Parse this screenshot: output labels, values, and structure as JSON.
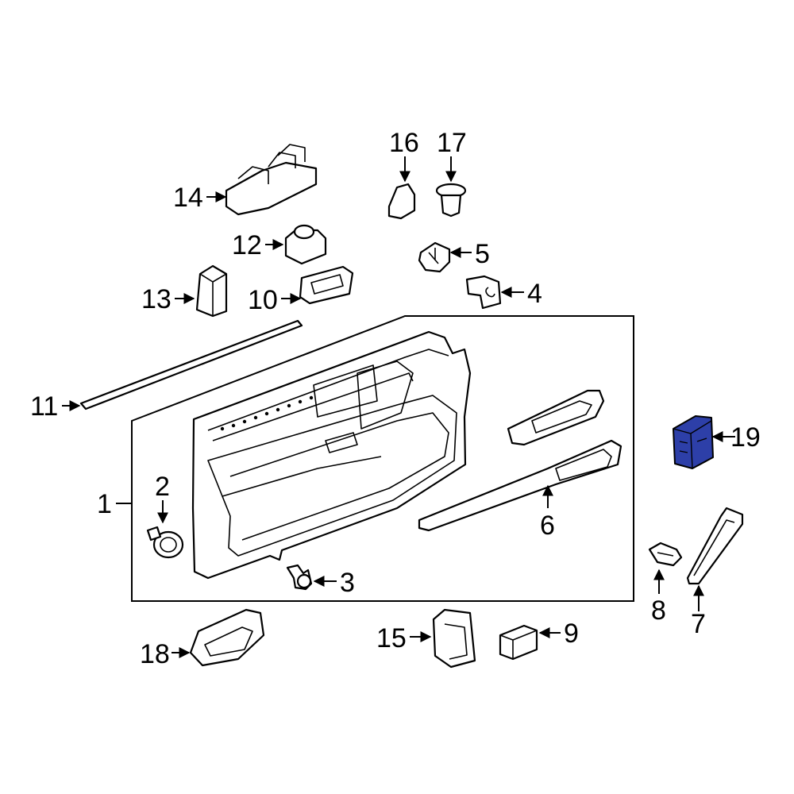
{
  "diagram": {
    "callouts": {
      "c1": "1",
      "c2": "2",
      "c3": "3",
      "c4": "4",
      "c5": "5",
      "c6": "6",
      "c7": "7",
      "c8": "8",
      "c9": "9",
      "c10": "10",
      "c11": "11",
      "c12": "12",
      "c13": "13",
      "c14": "14",
      "c15": "15",
      "c16": "16",
      "c17": "17",
      "c18": "18",
      "c19": "19"
    },
    "highlight_color": "#2d3fa8",
    "line_color": "#000000"
  }
}
